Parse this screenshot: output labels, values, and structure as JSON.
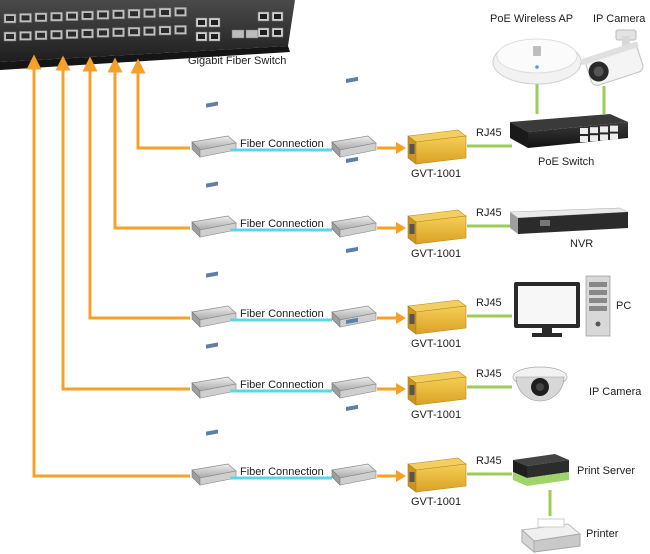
{
  "switch_label": "Gigabit Fiber Switch",
  "fiber_label": "Fiber Connection",
  "converter_label": "GVT-1001",
  "rj45_label": "RJ45",
  "rows": [
    {
      "device": "PoE Switch"
    },
    {
      "device": "NVR"
    },
    {
      "device": "PC"
    },
    {
      "device": "IP Camera"
    },
    {
      "device": "Print Server"
    }
  ],
  "top_devices": {
    "ap_label": "PoE Wireless AP",
    "camera_label": "IP Camera"
  },
  "printer_label": "Printer",
  "colors": {
    "orange": "#f5a028",
    "fiber": "#5bd6e6",
    "ethernet": "#9ccc5a",
    "converter": "#e8b630"
  }
}
